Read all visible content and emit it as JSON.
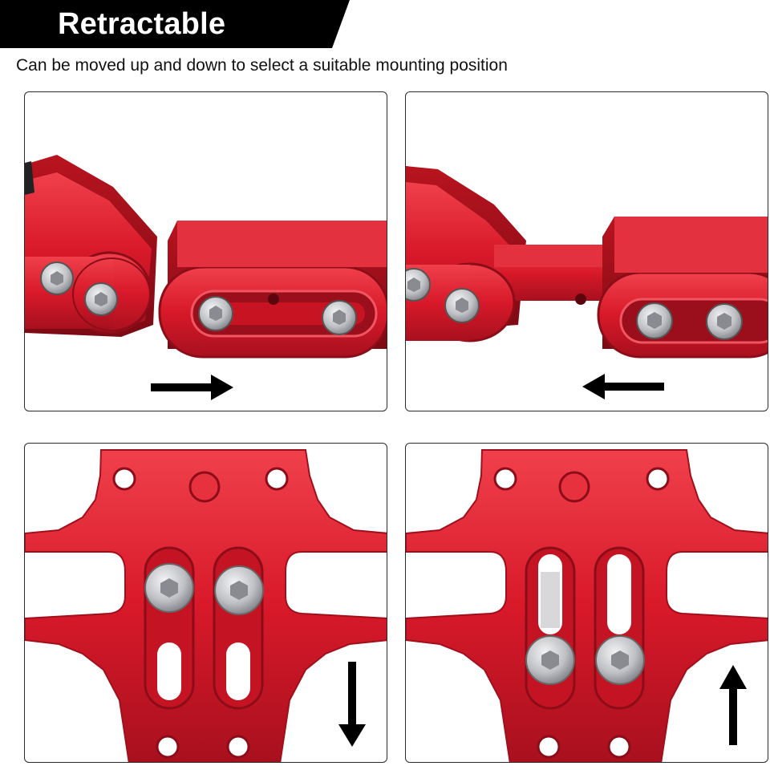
{
  "header": {
    "title": "Retractable",
    "subtitle": "Can be moved up and down to select a suitable mounting position"
  },
  "colors": {
    "banner": "#000000",
    "bracket_red": "#d8192a",
    "bracket_dark": "#8c0d18",
    "bolt": "#c8c8cc",
    "arrow": "#000000"
  },
  "panels": [
    {
      "view": "side-view",
      "arrow": "right-arrow-icon"
    },
    {
      "view": "side-view",
      "arrow": "left-arrow-icon"
    },
    {
      "view": "front-view",
      "arrow": "down-arrow-icon"
    },
    {
      "view": "front-view",
      "arrow": "up-arrow-icon"
    }
  ]
}
